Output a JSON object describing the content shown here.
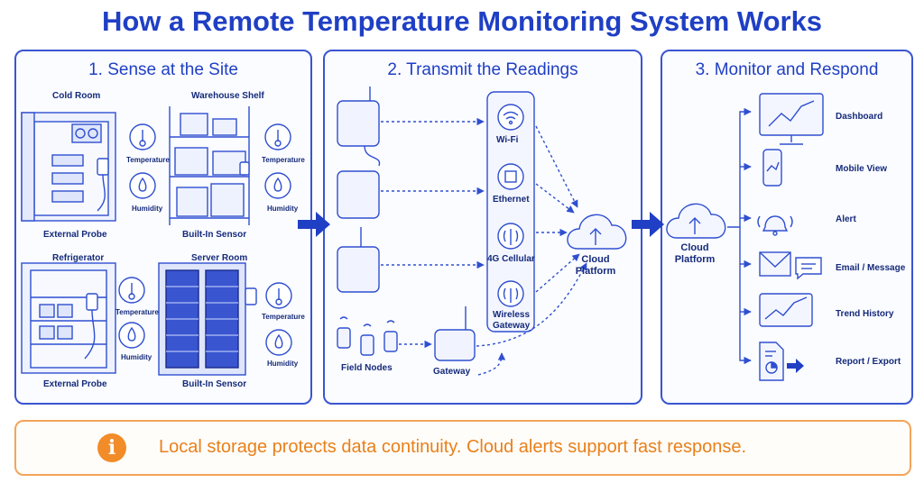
{
  "title": "How a Remote Temperature Monitoring System Works",
  "sections": {
    "sense": {
      "title": "1. Sense at the Site",
      "sites": [
        {
          "name": "Cold Room",
          "probe": "External Probe"
        },
        {
          "name": "Warehouse Shelf",
          "probe": "Built-In Sensor"
        },
        {
          "name": "Refrigerator",
          "probe": "External Probe"
        },
        {
          "name": "Server Room",
          "probe": "Built-In Sensor"
        }
      ],
      "sensor_temperature": "Temperature",
      "sensor_humidity": "Humidity"
    },
    "transmit": {
      "title": "2. Transmit the Readings",
      "channels": [
        "Wi-Fi",
        "Ethernet",
        "4G Cellular",
        "Wireless Gateway"
      ],
      "field_nodes": "Field Nodes",
      "gateway": "Gateway",
      "cloud": "Cloud Platform"
    },
    "monitor": {
      "title": "3. Monitor and Respond",
      "cloud": "Cloud Platform",
      "outputs": [
        "Dashboard",
        "Mobile View",
        "Alert",
        "Email / Message",
        "Trend History",
        "Report / Export"
      ]
    }
  },
  "banner": {
    "icon": "info-icon",
    "symbol": "i",
    "text": "Local storage protects data continuity. Cloud alerts support fast response."
  },
  "colors": {
    "primary": "#1f3fc4",
    "line": "#2f4fd0",
    "accent": "#f28c28"
  }
}
